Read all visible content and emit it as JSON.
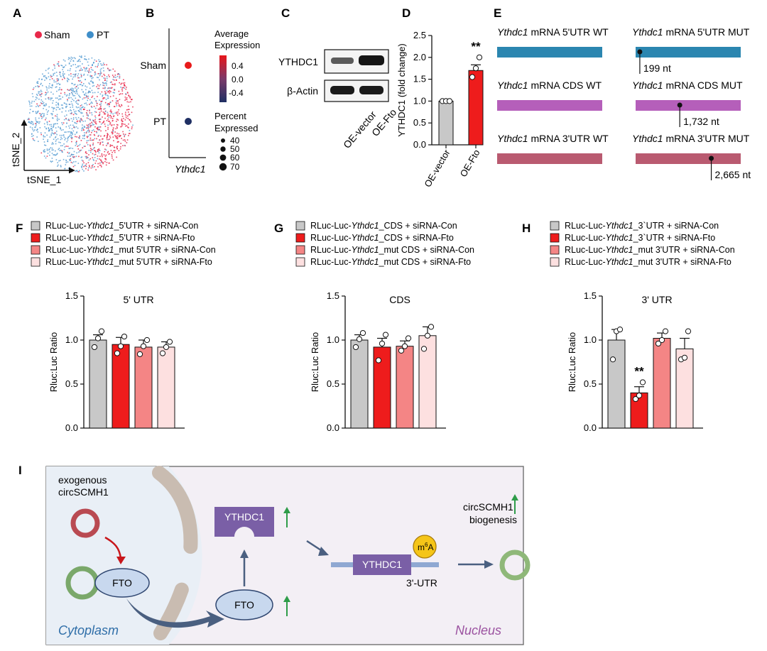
{
  "panels": {
    "A": {
      "label": "A",
      "legend": [
        {
          "name": "Sham",
          "color": "#e8284a"
        },
        {
          "name": "PT",
          "color": "#3f8ec9"
        }
      ],
      "xlabel": "tSNE_1",
      "ylabel": "tSNE_2"
    },
    "B": {
      "label": "B",
      "rows": [
        "Sham",
        "PT"
      ],
      "xlabel": "Ythdc1",
      "avg_title_1": "Average",
      "avg_title_2": "Expression",
      "avg_ticks": [
        "0.4",
        "0.0",
        "-0.4"
      ],
      "pct_title_1": "Percent",
      "pct_title_2": "Expressed",
      "pct_ticks": [
        "40",
        "50",
        "60",
        "70"
      ],
      "dot_colors": [
        "#e81a1a",
        "#1f2f63"
      ]
    },
    "C": {
      "label": "C",
      "bands": [
        "YTHDC1",
        "β-Actin"
      ],
      "lanes": [
        "OE-vector",
        "OE-Fto"
      ]
    },
    "D": {
      "label": "D"
    },
    "E": {
      "label": "E",
      "rows": [
        {
          "wt_gene": "Ythdc1",
          "wt_label": "mRNA 5'UTR WT",
          "mut_gene": "Ythdc1",
          "mut_label": "mRNA 5'UTR MUT",
          "site": "199 nt",
          "color": "#2b86b0"
        },
        {
          "wt_gene": "Ythdc1",
          "wt_label": "mRNA CDS WT",
          "mut_gene": "Ythdc1",
          "mut_label": "mRNA CDS MUT",
          "site": "1,732 nt",
          "color": "#b55fba"
        },
        {
          "wt_gene": "Ythdc1",
          "wt_label": "mRNA 3'UTR WT",
          "mut_gene": "Ythdc1",
          "mut_label": "mRNA 3'UTR MUT",
          "site": "2,665 nt",
          "color": "#b95a70"
        }
      ]
    },
    "F": {
      "label": "F",
      "legend": [
        {
          "pre": "RLuc-Luc-",
          "gene": "Ythdc1",
          "post": "_5'UTR + siRNA-Con"
        },
        {
          "pre": "RLuc-Luc-",
          "gene": "Ythdc1",
          "post": "_5'UTR + siRNA-Fto"
        },
        {
          "pre": "RLuc-Luc-",
          "gene": "Ythdc1",
          "post": "_mut 5'UTR + siRNA-Con"
        },
        {
          "pre": "RLuc-Luc-",
          "gene": "Ythdc1",
          "post": "_mut 5'UTR + siRNA-Fto"
        }
      ]
    },
    "G": {
      "label": "G",
      "legend": [
        {
          "pre": "RLuc-Luc-",
          "gene": "Ythdc1",
          "post": "_CDS + siRNA-Con"
        },
        {
          "pre": "RLuc-Luc-",
          "gene": "Ythdc1",
          "post": "_CDS + siRNA-Fto"
        },
        {
          "pre": "RLuc-Luc-",
          "gene": "Ythdc1",
          "post": "_mut CDS + siRNA-Con"
        },
        {
          "pre": "RLuc-Luc-",
          "gene": "Ythdc1",
          "post": "_mut CDS + siRNA-Fto"
        }
      ]
    },
    "H": {
      "label": "H",
      "legend": [
        {
          "pre": "RLuc-Luc-",
          "gene": "Ythdc1",
          "post": "_3`UTR + siRNA-Con"
        },
        {
          "pre": "RLuc-Luc-",
          "gene": "Ythdc1",
          "post": "_3`UTR + siRNA-Fto"
        },
        {
          "pre": "RLuc-Luc-",
          "gene": "Ythdc1",
          "post": "_mut 3'UTR + siRNA-Con"
        },
        {
          "pre": "RLuc-Luc-",
          "gene": "Ythdc1",
          "post": "_mut 3'UTR + siRNA-Fto"
        }
      ]
    },
    "I": {
      "label": "I",
      "exogenous_1": "exogenous",
      "exogenous_2": "circSCMH1",
      "fto": "FTO",
      "ythdc1": "YTHDC1",
      "m6a_base": "m",
      "m6a_sup": "6",
      "m6a_tail": "A",
      "utr": "3'-UTR",
      "biogenesis_1": "circSCMH1",
      "biogenesis_2": "biogenesis",
      "cytoplasm": "Cytoplasm",
      "nucleus": "Nucleus"
    }
  },
  "chart_data": [
    {
      "panel": "D",
      "type": "bar",
      "categories": [
        "OE-vector",
        "OE-Fto"
      ],
      "values": [
        1.0,
        1.7
      ],
      "errors": [
        0.0,
        0.13
      ],
      "points": [
        [
          1.0,
          1.0,
          1.0
        ],
        [
          1.55,
          1.75,
          2.0
        ]
      ],
      "colors": [
        "#c8c8c8",
        "#ee1c1c"
      ],
      "ylabel": "YTHDC1 (fold change)",
      "ylim": [
        0,
        2.5
      ],
      "yticks": [
        "0.0",
        "0.5",
        "1.0",
        "1.5",
        "2.0",
        "2.5"
      ],
      "annotations": [
        {
          "category": "OE-Fto",
          "text": "**"
        }
      ]
    },
    {
      "panel": "F",
      "type": "bar",
      "title": "5' UTR",
      "ylabel": "Rluc:Luc Ratio",
      "ylim": [
        0,
        1.5
      ],
      "yticks": [
        "0.0",
        "0.5",
        "1.0",
        "1.5"
      ],
      "values": [
        1.0,
        0.95,
        0.92,
        0.92
      ],
      "errors": [
        0.06,
        0.08,
        0.08,
        0.06
      ],
      "points": [
        [
          0.92,
          1.02,
          1.1
        ],
        [
          0.85,
          0.93,
          1.04
        ],
        [
          0.84,
          0.93,
          1.0
        ],
        [
          0.85,
          0.92,
          0.98
        ]
      ],
      "colors": [
        "#c8c8c8",
        "#ee1c1c",
        "#f48585",
        "#fde0e0"
      ]
    },
    {
      "panel": "G",
      "type": "bar",
      "title": "CDS",
      "ylabel": "Rluc:Luc Ratio",
      "ylim": [
        0,
        1.5
      ],
      "yticks": [
        "0.0",
        "0.5",
        "1.0",
        "1.5"
      ],
      "values": [
        1.0,
        0.92,
        0.93,
        1.05
      ],
      "errors": [
        0.06,
        0.1,
        0.06,
        0.1
      ],
      "points": [
        [
          0.92,
          1.01,
          1.08
        ],
        [
          0.77,
          0.96,
          1.06
        ],
        [
          0.88,
          0.93,
          1.02
        ],
        [
          0.9,
          1.05,
          1.15
        ]
      ],
      "colors": [
        "#c8c8c8",
        "#ee1c1c",
        "#f48585",
        "#fde0e0"
      ]
    },
    {
      "panel": "H",
      "type": "bar",
      "title": "3' UTR",
      "ylabel": "Rluc:Luc Ratio",
      "ylim": [
        0,
        1.5
      ],
      "yticks": [
        "0.0",
        "0.5",
        "1.0",
        "1.5"
      ],
      "values": [
        1.0,
        0.4,
        1.02,
        0.9
      ],
      "errors": [
        0.12,
        0.07,
        0.06,
        0.12
      ],
      "points": [
        [
          0.78,
          1.1,
          1.12
        ],
        [
          0.33,
          0.37,
          0.52
        ],
        [
          0.96,
          1.0,
          1.1
        ],
        [
          0.78,
          0.8,
          1.1
        ]
      ],
      "colors": [
        "#c8c8c8",
        "#ee1c1c",
        "#f48585",
        "#fde0e0"
      ],
      "annotations": [
        {
          "bar": 1,
          "text": "**"
        }
      ]
    }
  ]
}
